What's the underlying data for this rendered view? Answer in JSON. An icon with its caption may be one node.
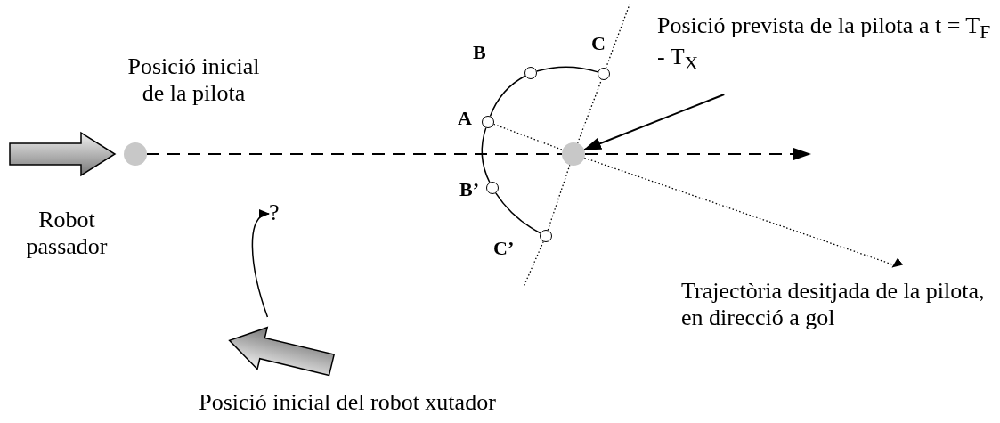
{
  "diagram": {
    "nodes": [
      {
        "text": [],
        "shape": "picture",
        "beside": [
          "Robot passador"
        ]
      },
      {
        "text": [],
        "shape": "circle",
        "beside": [
          "Posició inicial de la pilota"
        ]
      },
      {
        "text": [],
        "shape": "circle",
        "beside": [
          "B"
        ]
      },
      {
        "text": [],
        "shape": "circle",
        "beside": [
          "C"
        ]
      },
      {
        "text": [],
        "shape": "circle",
        "beside": [
          "A"
        ]
      },
      {
        "text": [],
        "shape": "circle"
      },
      {
        "text": [
          "Posició prevista de la pilota a t = T$_{F}$ - T$_{X}$"
        ]
      },
      {
        "text": [],
        "shape": "circle",
        "beside": [
          "B’"
        ]
      },
      {
        "text": [
          "?"
        ]
      },
      {
        "text": [],
        "shape": "circle",
        "beside": [
          "C’"
        ]
      },
      {
        "text": [],
        "shape": "picture",
        "beside": [
          "Posició inicial del robot xutador"
        ]
      },
      {
        "text": [
          "Trajectòria desitjada de la pilota, en direcció a gol"
        ]
      }
    ],
    "edges": [
      {
        "from": 1,
        "to": 5,
        "arrow": "none",
        "style": "dashed"
      },
      {
        "from": 5,
        "to": null,
        "arrow": "to",
        "style": "dashed"
      },
      {
        "from": 6,
        "to": 5,
        "arrow": "to"
      },
      {
        "from": 4,
        "to": 5,
        "arrow": "none",
        "style": "dashed"
      },
      {
        "from": 5,
        "to": 11,
        "arrow": "to",
        "style": "dashed"
      },
      {
        "from": 9,
        "to": 5,
        "arrow": "none",
        "style": "dashed"
      },
      {
        "from": 5,
        "to": 3,
        "arrow": "none",
        "style": "dashed"
      },
      {
        "from": 3,
        "to": 2,
        "arrow": "none"
      },
      {
        "from": 2,
        "to": 4,
        "arrow": "none"
      },
      {
        "from": 4,
        "to": 7,
        "arrow": "none"
      },
      {
        "from": 7,
        "to": 9,
        "arrow": "none"
      },
      {
        "from": 10,
        "to": 8,
        "arrow": "to"
      }
    ]
  }
}
